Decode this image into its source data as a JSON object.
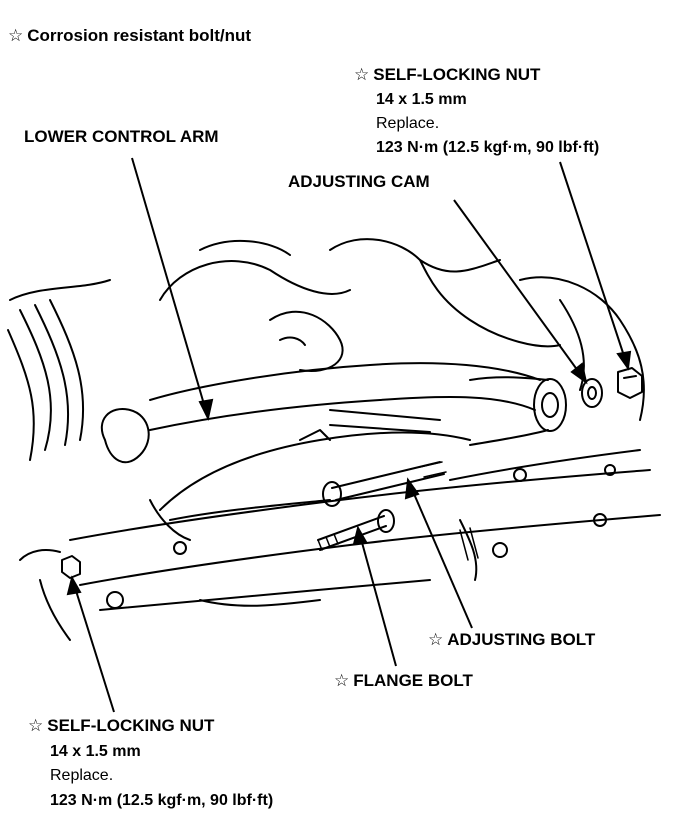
{
  "legend": {
    "star": "☆",
    "text": "Corrosion resistant bolt/nut"
  },
  "callouts": {
    "self_locking_nut_top": {
      "star": "☆",
      "title": "SELF-LOCKING NUT",
      "size": "14 x 1.5 mm",
      "note": "Replace.",
      "torque": "123 N·m (12.5 kgf·m, 90 lbf·ft)"
    },
    "lower_control_arm": {
      "title": "LOWER CONTROL ARM"
    },
    "adjusting_cam": {
      "title": "ADJUSTING CAM"
    },
    "adjusting_bolt": {
      "star": "☆",
      "title": "ADJUSTING BOLT"
    },
    "flange_bolt": {
      "star": "☆",
      "title": "FLANGE BOLT"
    },
    "self_locking_nut_bottom": {
      "star": "☆",
      "title": "SELF-LOCKING NUT",
      "size": "14 x 1.5 mm",
      "note": "Replace.",
      "torque": "123 N·m (12.5 kgf·m, 90 lbf·ft)"
    }
  },
  "colors": {
    "ink": "#000000",
    "paper": "#ffffff"
  }
}
